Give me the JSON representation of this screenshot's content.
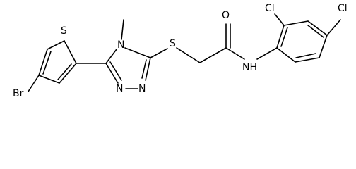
{
  "molecule": {
    "atoms": {
      "br": "Br",
      "s_thiophene": "S",
      "n_methyl": "N",
      "methyl": "",
      "n_left": "N",
      "n_right": "N",
      "s_thioether": "S",
      "o_carbonyl": "O",
      "nh": "NH",
      "cl_ortho": "Cl",
      "cl_para": "Cl"
    }
  }
}
